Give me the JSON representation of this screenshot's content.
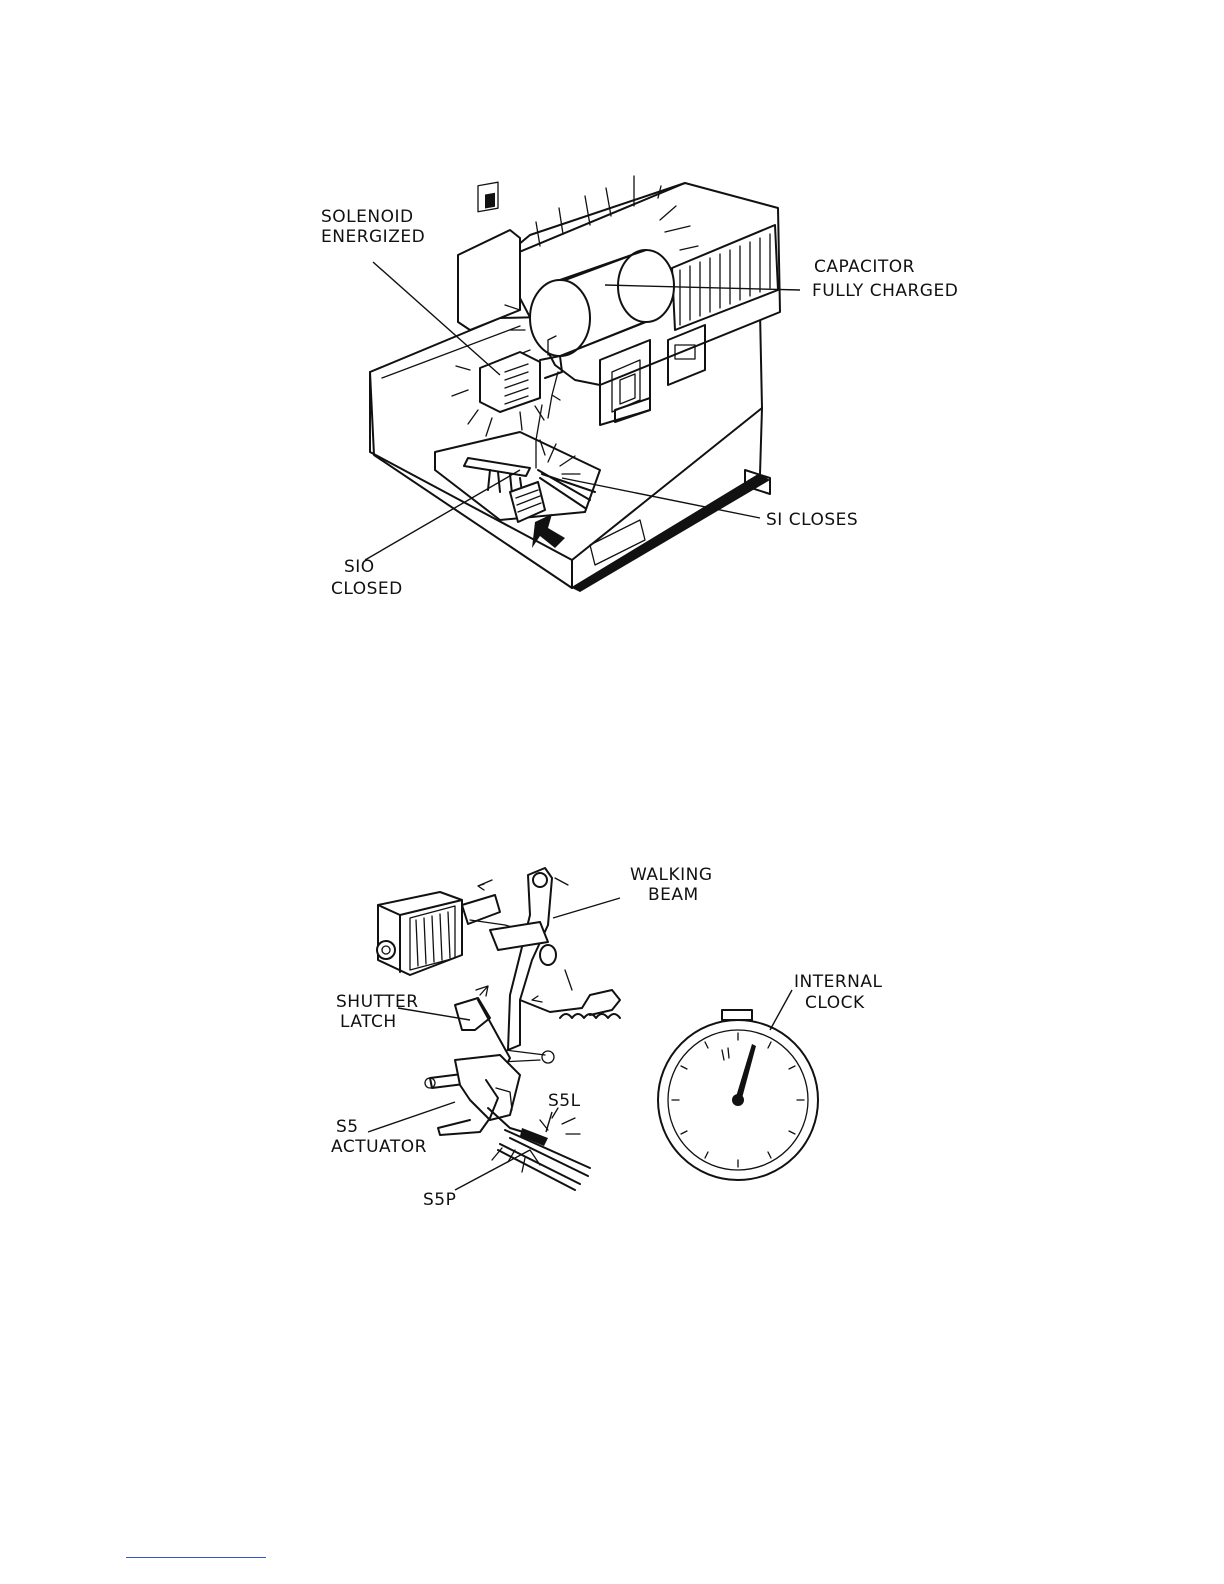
{
  "figure1": {
    "labels": {
      "solenoid": [
        "SOLENOID",
        "ENERGIZED"
      ],
      "capacitor": [
        "CAPACITOR",
        "FULLY CHARGED"
      ],
      "s1": "SI  CLOSES",
      "s10": [
        "SIO",
        "CLOSED"
      ]
    }
  },
  "figure2": {
    "labels": {
      "walking_beam": [
        "WALKING",
        "BEAM"
      ],
      "internal_clock": [
        "INTERNAL",
        "CLOCK"
      ],
      "shutter_latch": [
        "SHUTTER",
        "LATCH"
      ],
      "s5_actuator": [
        "S5",
        "ACTUATOR"
      ],
      "s5l": "S5L",
      "s5p": "S5P"
    }
  }
}
